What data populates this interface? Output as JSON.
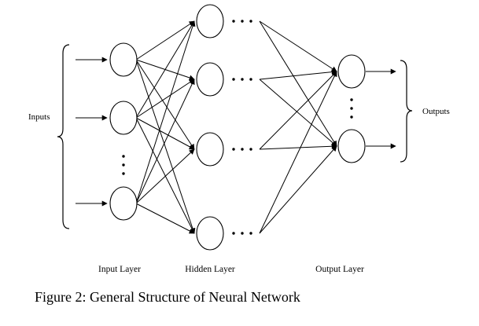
{
  "figure": {
    "caption": "Figure 2: General Structure of Neural Network"
  },
  "diagram": {
    "inputs_brace_label": "Inputs",
    "outputs_brace_label": "Outputs",
    "input_layer_label": "Input Layer",
    "hidden_layer_label": "Hidden Layer",
    "output_layer_label": "Output Layer",
    "visible_input_nodes": 3,
    "visible_hidden_nodes": 4,
    "visible_output_nodes": 2,
    "line_color": "#000000",
    "node_fill": "#ffffff",
    "background_color": "#ffffff"
  }
}
